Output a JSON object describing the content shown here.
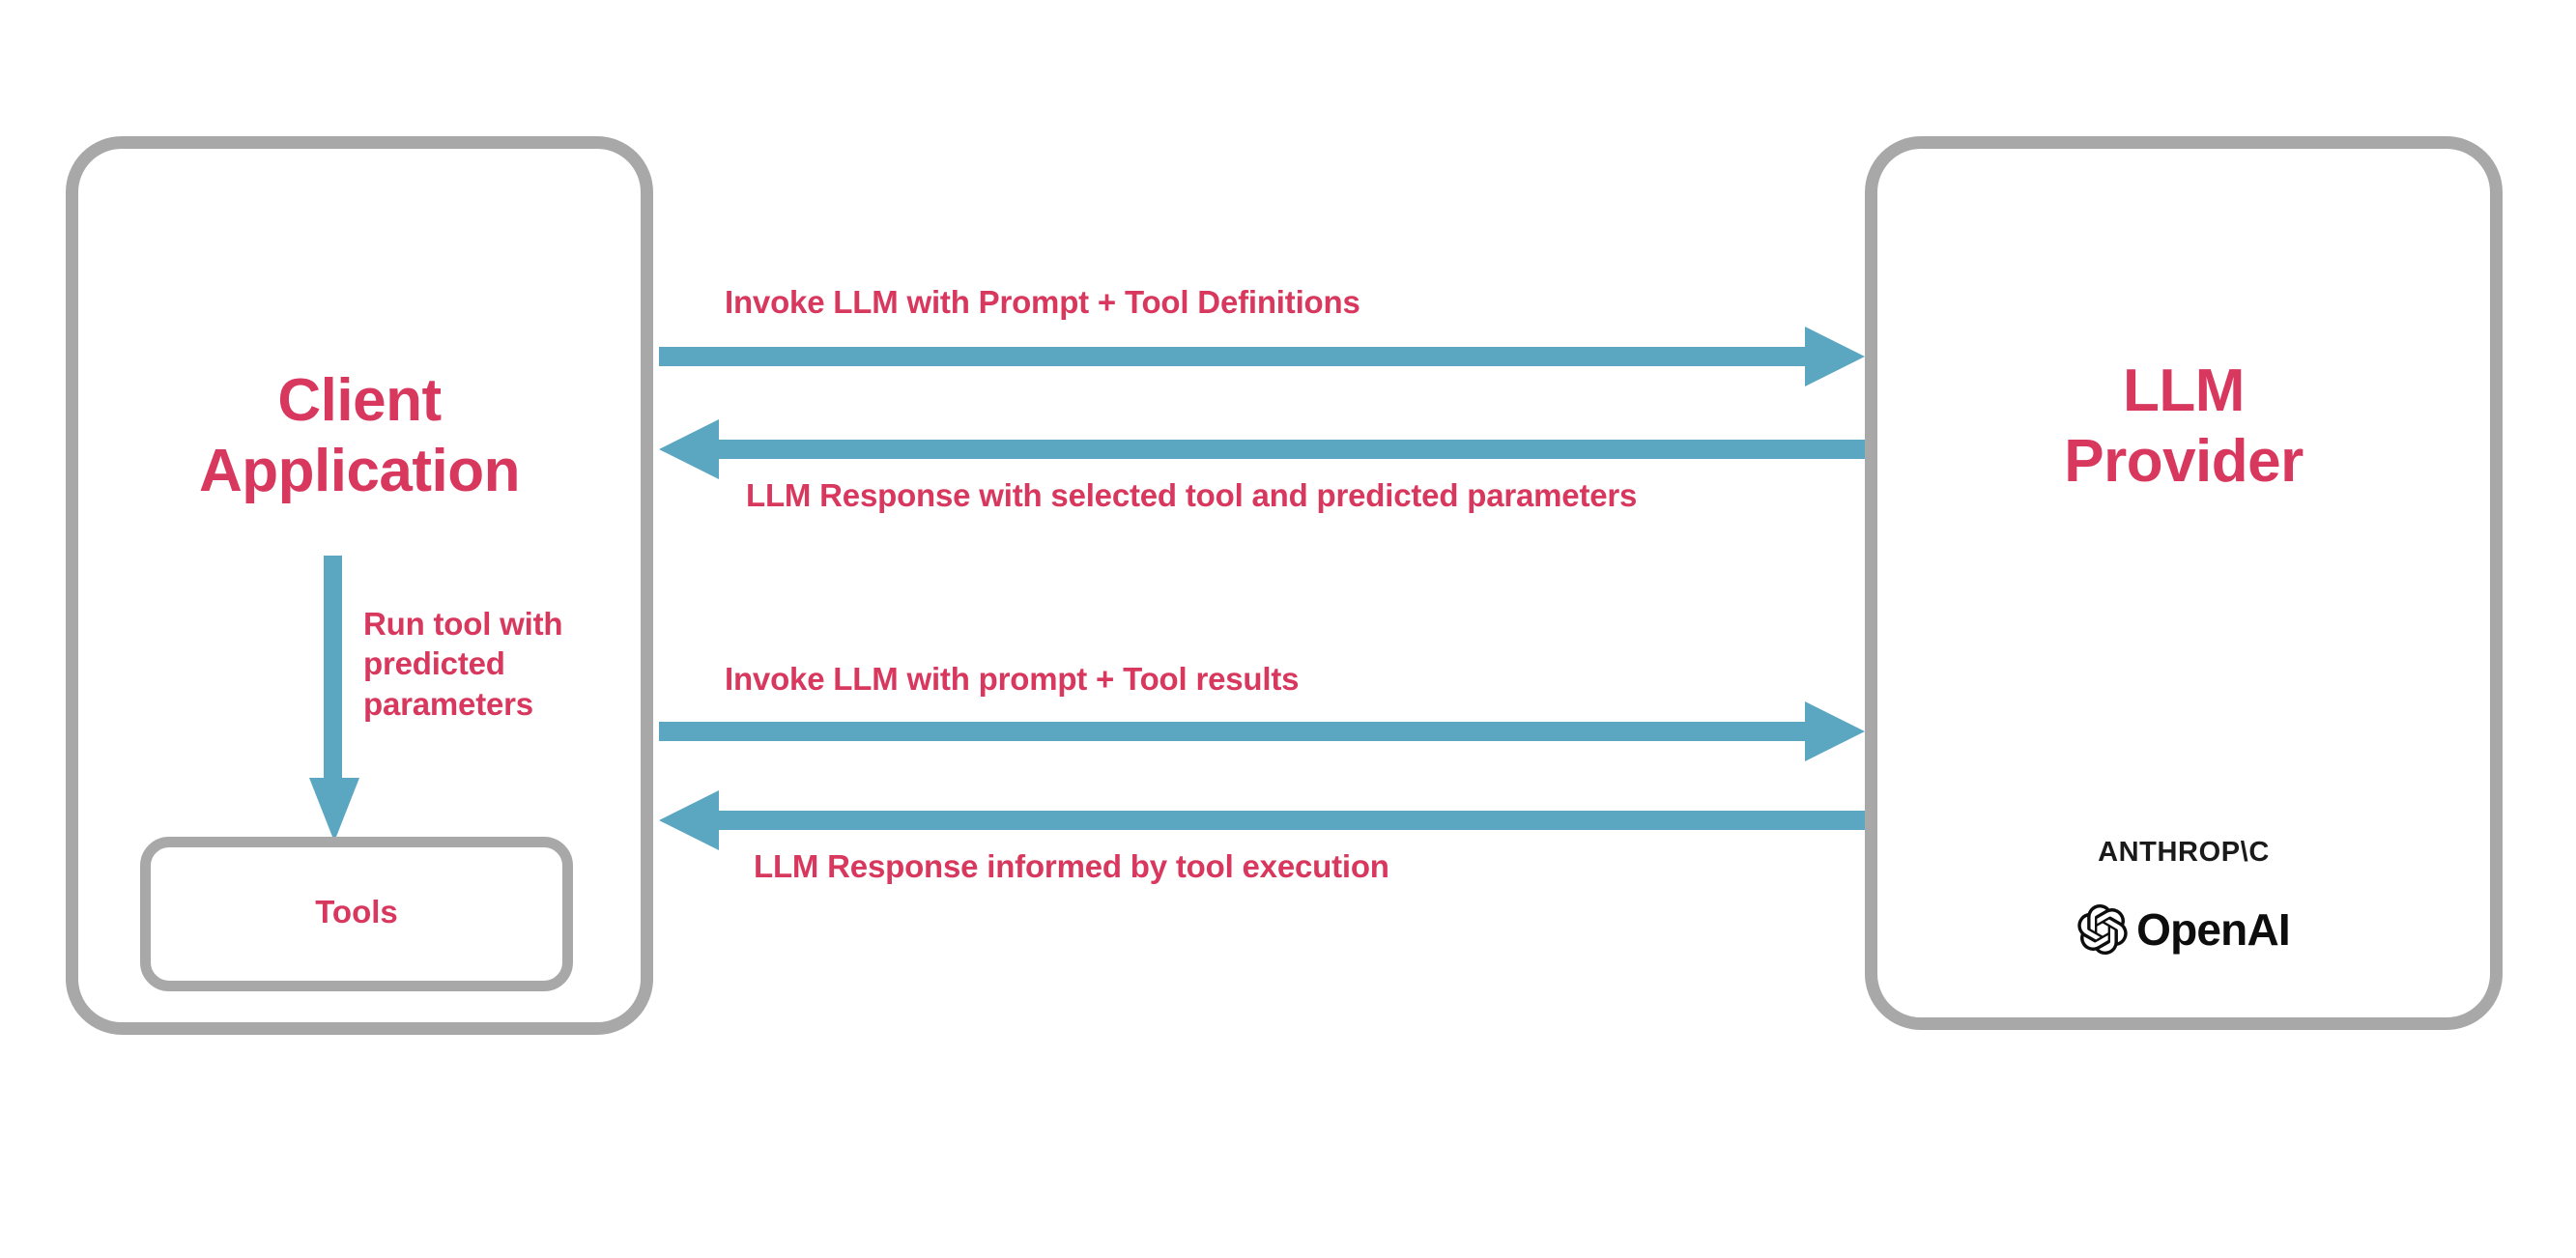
{
  "diagram": {
    "title": "LLM tool-calling sequence between client application and LLM provider",
    "colors": {
      "accent_text": "#d8385e",
      "arrow": "#5ba7c2",
      "box_border": "#a8a8a8",
      "background": "#ffffff",
      "logo_text": "#0d0d0d"
    },
    "nodes": {
      "client": {
        "title_line1": "Client",
        "title_line2": "Application",
        "inner_box_label": "Tools"
      },
      "provider": {
        "title_line1": "LLM",
        "title_line2": "Provider",
        "vendors": [
          {
            "name": "ANTHROP\\C",
            "icon": "anthropic-wordmark"
          },
          {
            "name": "OpenAI",
            "icon": "openai-logo-icon"
          }
        ]
      }
    },
    "flows": [
      {
        "id": "invoke-with-tool-definitions",
        "label": "Invoke LLM with Prompt + Tool Definitions",
        "direction": "right",
        "label_position": "above"
      },
      {
        "id": "llm-response-selected-tool",
        "label": "LLM Response with selected tool and predicted parameters",
        "direction": "left",
        "label_position": "below"
      },
      {
        "id": "invoke-with-tool-results",
        "label": "Invoke LLM with prompt + Tool results",
        "direction": "right",
        "label_position": "above"
      },
      {
        "id": "llm-response-informed",
        "label": "LLM Response informed by tool execution",
        "direction": "left",
        "label_position": "below"
      }
    ],
    "internal_flow": {
      "id": "run-tool",
      "label_line1": "Run tool with",
      "label_line2": "predicted",
      "label_line3": "parameters",
      "direction": "down"
    }
  }
}
